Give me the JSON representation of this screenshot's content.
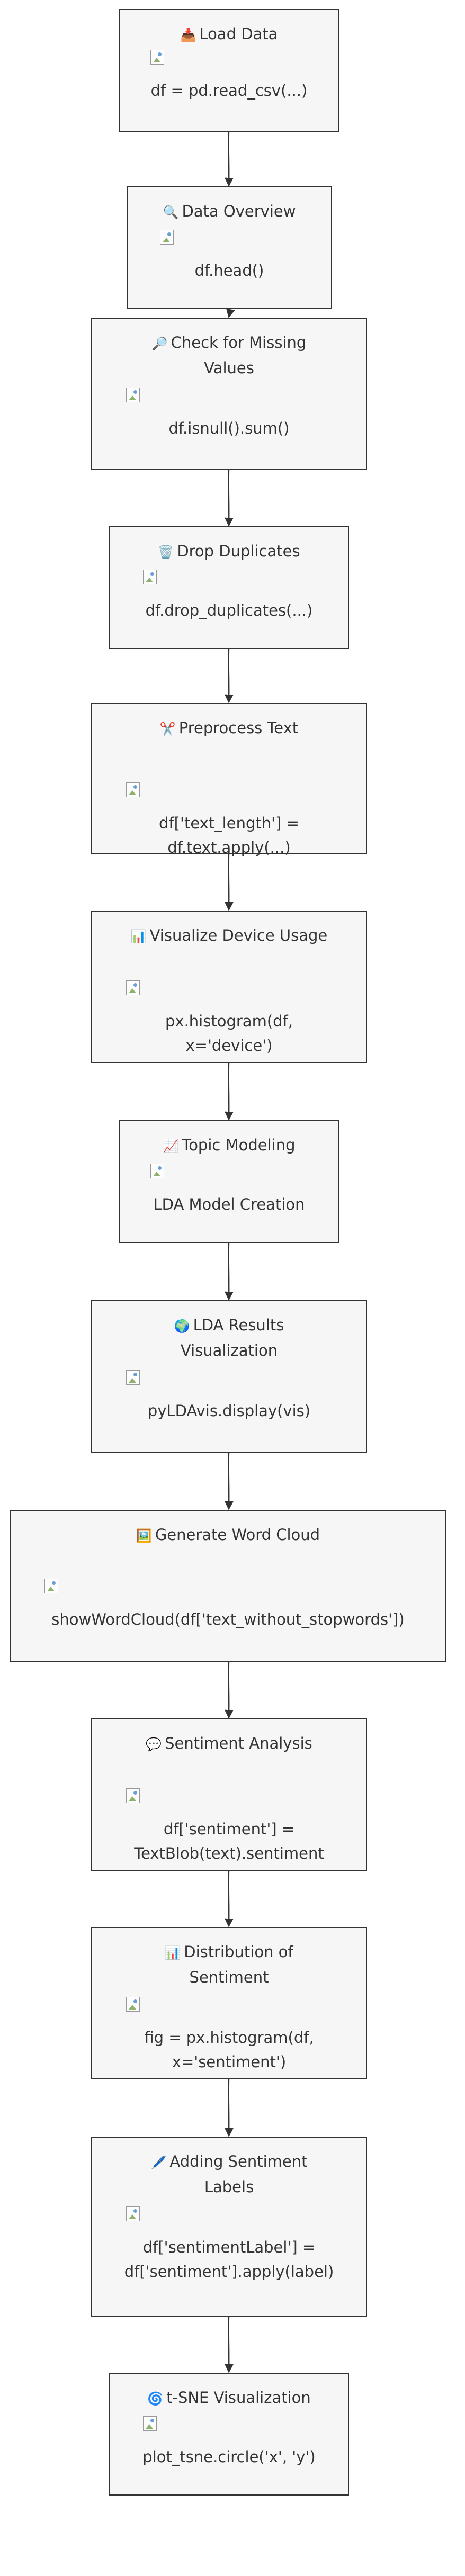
{
  "diagram": {
    "colors": {
      "node_fill": "#f6f6f6",
      "node_stroke": "#333333",
      "edge": "#333333",
      "text": "#333333"
    },
    "nodes": [
      {
        "icon": "📥",
        "icon_name": "inbox-tray-icon",
        "title": [
          "Load Data"
        ],
        "code": [
          "df = pd.read_csv(...)"
        ]
      },
      {
        "icon": "🔍",
        "icon_name": "magnifier-icon",
        "title": [
          "Data Overview"
        ],
        "code": [
          "df.head()"
        ]
      },
      {
        "icon": "🔎",
        "icon_name": "magnifier-right-icon",
        "title": [
          "Check for Missing",
          "Values"
        ],
        "code": [
          "df.isnull().sum()"
        ]
      },
      {
        "icon": "🗑️",
        "icon_name": "wastebasket-icon",
        "title": [
          "Drop Duplicates"
        ],
        "code": [
          "df.drop_duplicates(...)"
        ]
      },
      {
        "icon": "✂️",
        "icon_name": "scissors-icon",
        "title": [
          "Preprocess Text"
        ],
        "code": [
          "df['text_length'] =",
          "df.text.apply(...)"
        ]
      },
      {
        "icon": "📊",
        "icon_name": "bar-chart-icon",
        "title": [
          "Visualize Device Usage"
        ],
        "code": [
          "px.histogram(df,",
          "x='device')"
        ]
      },
      {
        "icon": "📈",
        "icon_name": "chart-increasing-icon",
        "title": [
          "Topic Modeling"
        ],
        "code": [
          "LDA Model Creation"
        ]
      },
      {
        "icon": "🌍",
        "icon_name": "globe-icon",
        "title": [
          "LDA Results",
          "Visualization"
        ],
        "code": [
          "pyLDAvis.display(vis)"
        ]
      },
      {
        "icon": "🖼️",
        "icon_name": "framed-picture-icon",
        "title": [
          "Generate Word Cloud"
        ],
        "code": [
          "showWordCloud(df['text_without_stopwords'])"
        ]
      },
      {
        "icon": "💬",
        "icon_name": "speech-balloon-icon",
        "title": [
          "Sentiment Analysis"
        ],
        "code": [
          "df['sentiment'] =",
          "TextBlob(text).sentiment"
        ]
      },
      {
        "icon": "📊",
        "icon_name": "bar-chart-icon",
        "title": [
          "Distribution of",
          "Sentiment"
        ],
        "code": [
          "fig = px.histogram(df,",
          "x='sentiment')"
        ]
      },
      {
        "icon": "🖊️",
        "icon_name": "pen-icon",
        "title": [
          "Adding Sentiment",
          "Labels"
        ],
        "code": [
          "df['sentimentLabel'] =",
          "df['sentiment'].apply(label)"
        ]
      },
      {
        "icon": "🌀",
        "icon_name": "cyclone-icon",
        "title": [
          "t-SNE Visualization"
        ],
        "code": [
          "plot_tsne.circle('x', 'y')"
        ]
      }
    ]
  }
}
